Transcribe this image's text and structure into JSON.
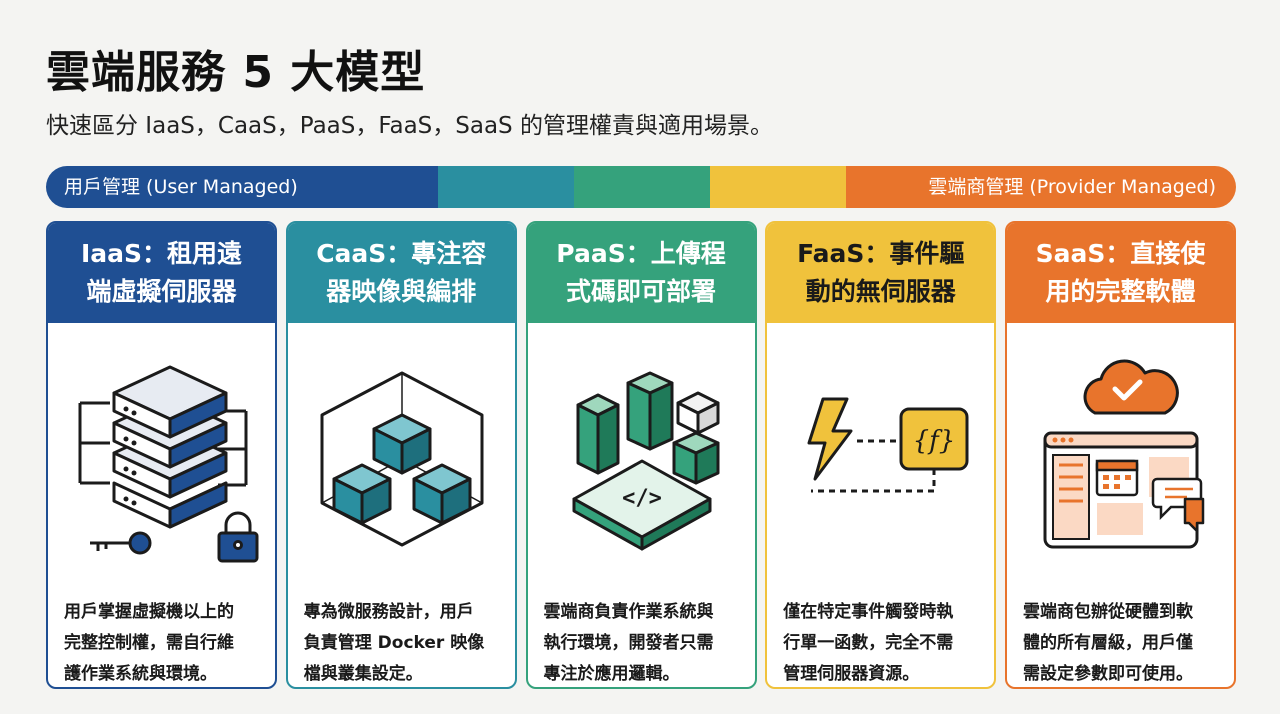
{
  "title": "雲端服務 5 大模型",
  "subtitle": "快速區分 IaaS，CaaS，PaaS，FaaS，SaaS 的管理權責與適用場景。",
  "bar": {
    "left_label": "用戶管理 (User Managed)",
    "right_label": "雲端商管理 (Provider Managed)",
    "colors": [
      "#1f4f93",
      "#2a8fa0",
      "#35a27c",
      "#f0c23c",
      "#e8742c"
    ]
  },
  "cards": [
    {
      "id": "iaas",
      "title_line1": "IaaS：租用遠",
      "title_line2": "端虛擬伺服器",
      "icon": "server-stack-icon",
      "desc_lines": [
        "用戶掌握虛擬機以上的",
        "完整控制權，需自行維",
        "護作業系統與環境。"
      ]
    },
    {
      "id": "caas",
      "title_line1": "CaaS：專注容",
      "title_line2": "器映像與編排",
      "icon": "container-cube-icon",
      "desc_lines": [
        "專為微服務設計，用戶",
        "負責管理 Docker 映像",
        "檔與叢集設定。"
      ]
    },
    {
      "id": "paas",
      "title_line1": "PaaS：上傳程",
      "title_line2": "式碼即可部署",
      "icon": "code-blocks-icon",
      "code_symbol": "</>",
      "desc_lines": [
        "雲端商負責作業系統與",
        "執行環境，開發者只需",
        "專注於應用邏輯。"
      ]
    },
    {
      "id": "faas",
      "title_line1": "FaaS：事件驅",
      "title_line2": "動的無伺服器",
      "icon": "lightning-function-icon",
      "function_symbol": "{f}",
      "desc_lines": [
        "僅在特定事件觸發時執",
        "行單一函數，完全不需",
        "管理伺服器資源。"
      ]
    },
    {
      "id": "saas",
      "title_line1": "SaaS：直接使",
      "title_line2": "用的完整軟體",
      "icon": "cloud-app-icon",
      "desc_lines": [
        "雲端商包辦從硬體到軟",
        "體的所有層級，用戶僅",
        "需設定參數即可使用。"
      ]
    }
  ]
}
